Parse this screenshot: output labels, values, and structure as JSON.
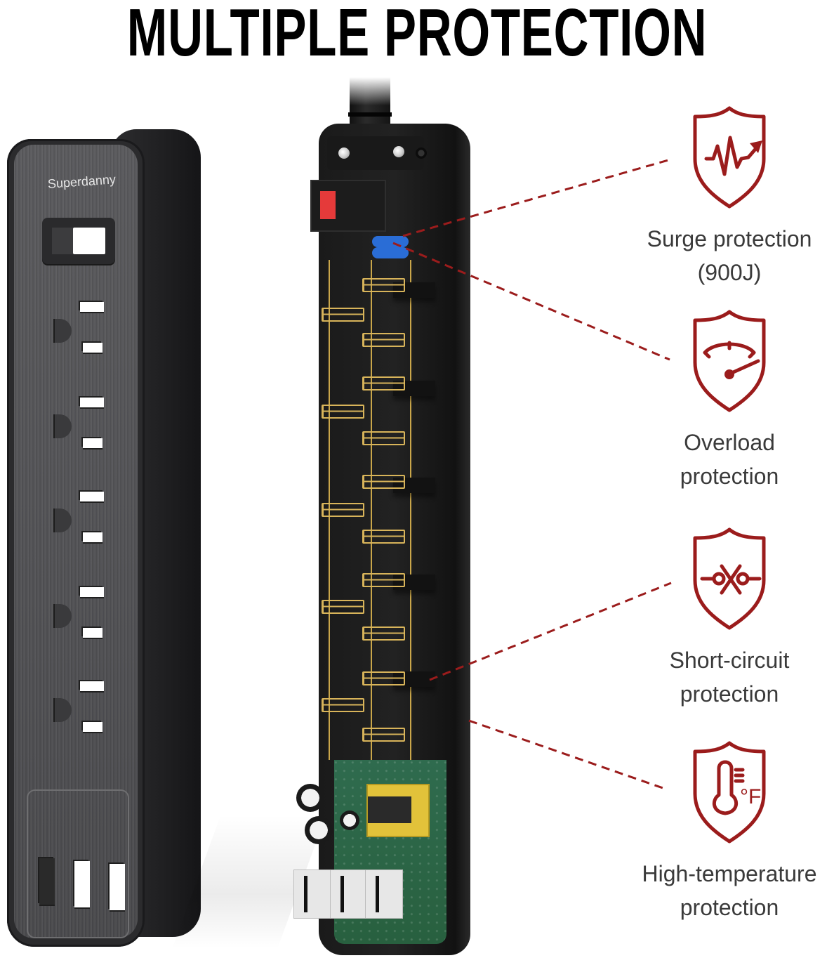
{
  "title": "MULTIPLE PROTECTION",
  "product": {
    "brand_label": "Superdanny",
    "outlet_count": 5,
    "usb_port_count": 3
  },
  "colors": {
    "accent": "#9b1c1c",
    "label_text": "#3a3a3a",
    "title_text": "#000000",
    "switch_lamp": "#e53a3a",
    "pcb_green": "#2f6b4e",
    "contact_gold": "#d8b45a"
  },
  "features": [
    {
      "icon": "surge-pulse-shield-icon",
      "label_line1": "Surge protection",
      "label_line2": "(900J)"
    },
    {
      "icon": "gauge-shield-icon",
      "label_line1": "Overload",
      "label_line2": "protection"
    },
    {
      "icon": "broken-circuit-shield-icon",
      "label_line1": "Short-circuit",
      "label_line2": "protection"
    },
    {
      "icon": "thermometer-fahrenheit-shield-icon",
      "label_line1": "High-temperature",
      "label_line2": "protection",
      "icon_text": "°F"
    }
  ]
}
